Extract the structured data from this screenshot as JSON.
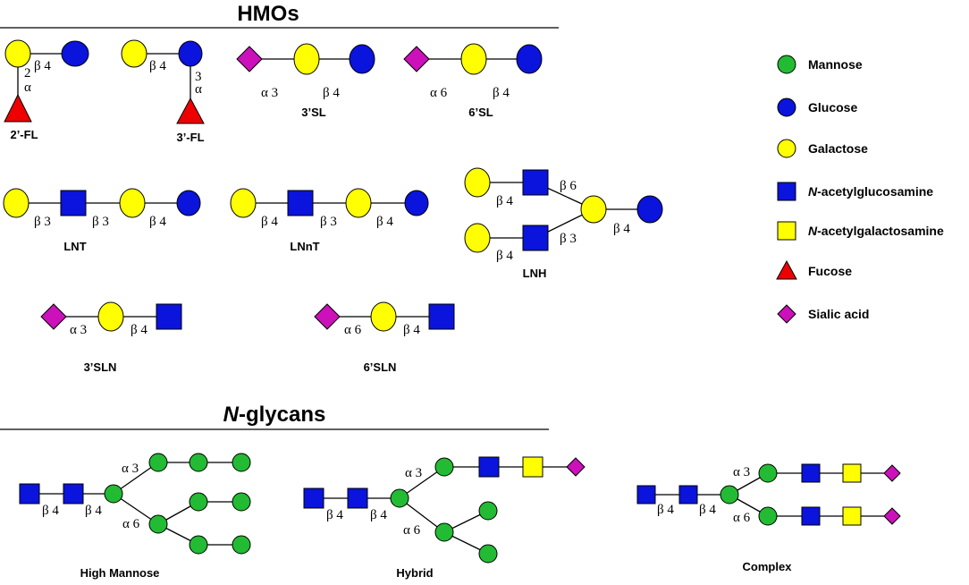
{
  "colors": {
    "mannose": "#22bb33",
    "glucose": "#0a14dc",
    "galactose": "#ffff00",
    "glcnac": "#0a14dc",
    "galnac": "#ffff00",
    "fucose": "#ee0000",
    "sialic": "#cc11bb"
  },
  "sections": {
    "hmos": "HMOs",
    "nglycans_prefix": "N",
    "nglycans_suffix": "-glycans"
  },
  "legend": [
    {
      "shape": "circle",
      "color": "mannose",
      "label": "Mannose",
      "italic": ""
    },
    {
      "shape": "circle",
      "color": "glucose",
      "label": "Glucose",
      "italic": ""
    },
    {
      "shape": "circle",
      "color": "galactose",
      "label": "Galactose",
      "italic": ""
    },
    {
      "shape": "square",
      "color": "glcnac",
      "italic": "N",
      "label": "-acetylglucosamine"
    },
    {
      "shape": "square",
      "color": "galnac",
      "italic": "N",
      "label": "-acetylgalactosamine"
    },
    {
      "shape": "triangle",
      "color": "fucose",
      "label": "Fucose",
      "italic": ""
    },
    {
      "shape": "diamond",
      "color": "sialic",
      "label": "Sialic acid",
      "italic": ""
    }
  ],
  "structures": [
    {
      "name": "2’-FL",
      "links": [
        "β 4",
        "2",
        "α"
      ]
    },
    {
      "name": "3’-FL",
      "links": [
        "β 4",
        "3",
        "α"
      ]
    },
    {
      "name": "3’SL",
      "links": [
        "α 3",
        "β 4"
      ]
    },
    {
      "name": "6’SL",
      "links": [
        "α 6",
        "β 4"
      ]
    },
    {
      "name": "LNT",
      "links": [
        "β 3",
        "β 3",
        "β 4"
      ]
    },
    {
      "name": "LNnT",
      "links": [
        "β 4",
        "β 3",
        "β 4"
      ]
    },
    {
      "name": "LNH",
      "links": [
        "β 4",
        "β 6",
        "β 4",
        "β 3",
        "β 4"
      ]
    },
    {
      "name": "3’SLN",
      "links": [
        "α 3",
        "β 4"
      ]
    },
    {
      "name": "6’SLN",
      "links": [
        "α 6",
        "β 4"
      ]
    },
    {
      "name": "High Mannose",
      "links": [
        "β 4",
        "β 4",
        "α 3",
        "α 6"
      ]
    },
    {
      "name": "Hybrid",
      "links": [
        "β 4",
        "β 4",
        "α 3",
        "α 6"
      ]
    },
    {
      "name": "Complex",
      "links": [
        "β 4",
        "β 4",
        "α 3",
        "α 6"
      ]
    }
  ]
}
